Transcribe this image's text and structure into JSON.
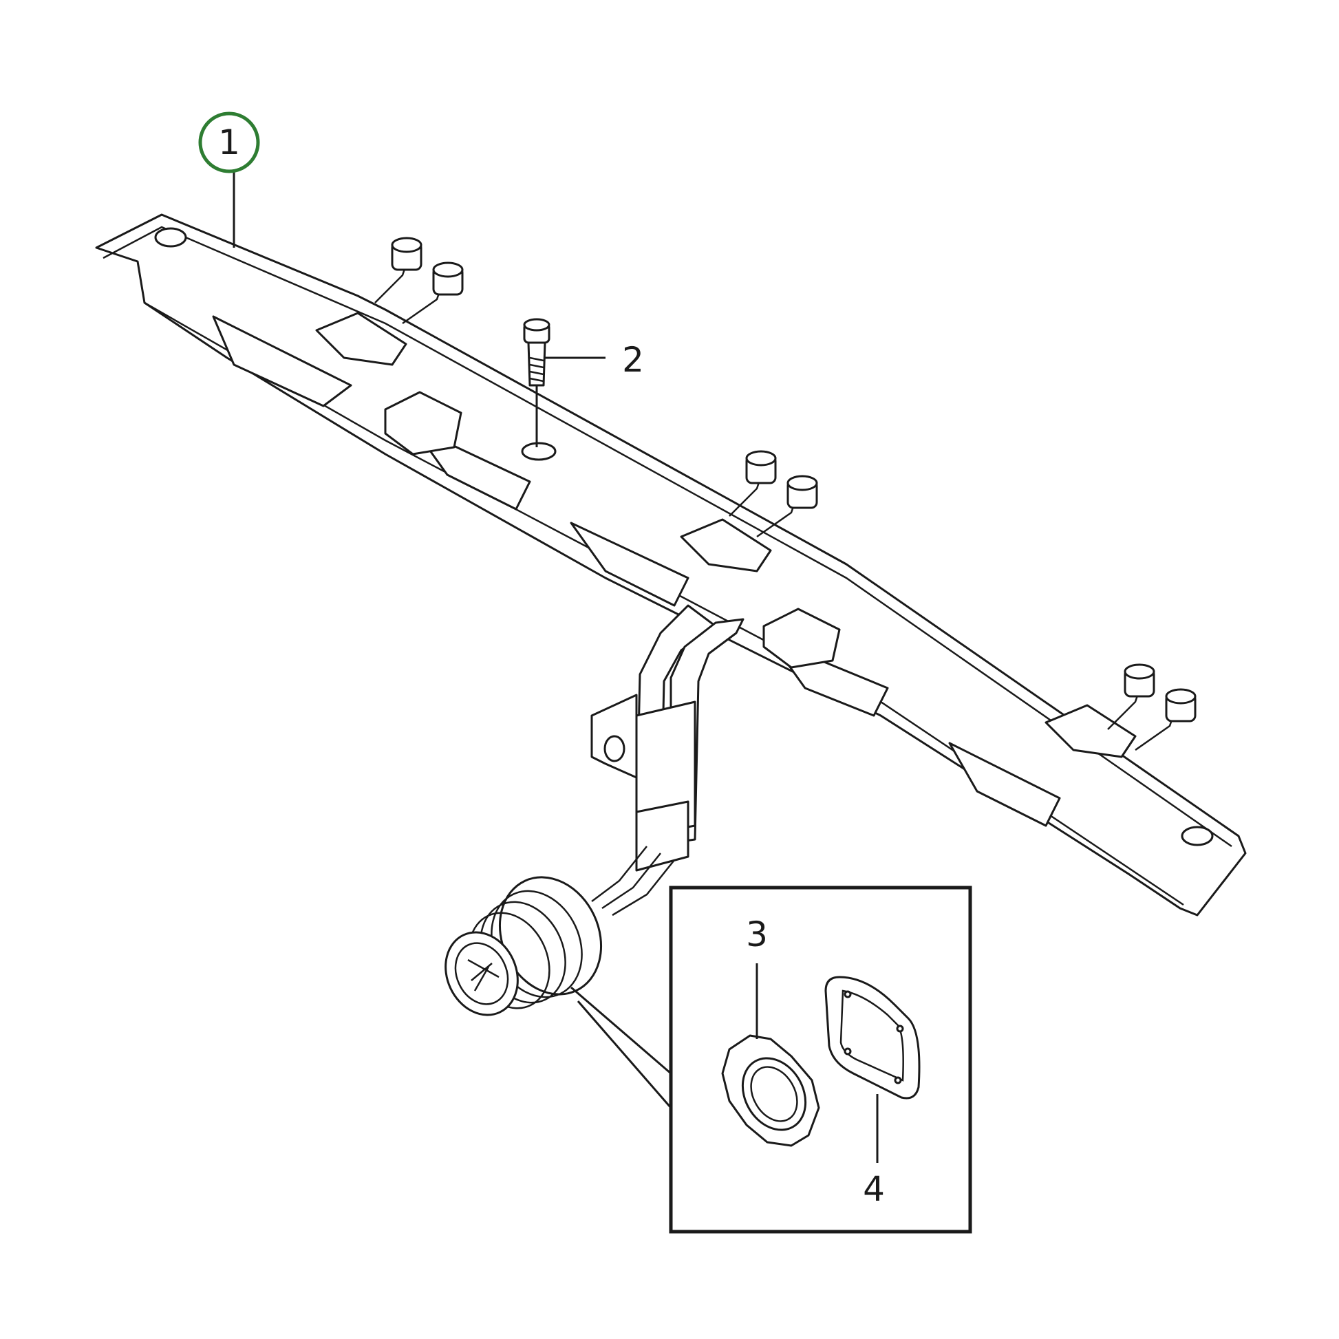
{
  "callouts": [
    {
      "id": "1",
      "label": "1",
      "highlighted": true
    },
    {
      "id": "2",
      "label": "2",
      "highlighted": false
    },
    {
      "id": "3",
      "label": "3",
      "highlighted": false
    },
    {
      "id": "4",
      "label": "4",
      "highlighted": false
    }
  ],
  "colors": {
    "highlight": "#2e7d32",
    "line": "#1a1a1a",
    "background": "#ffffff"
  }
}
